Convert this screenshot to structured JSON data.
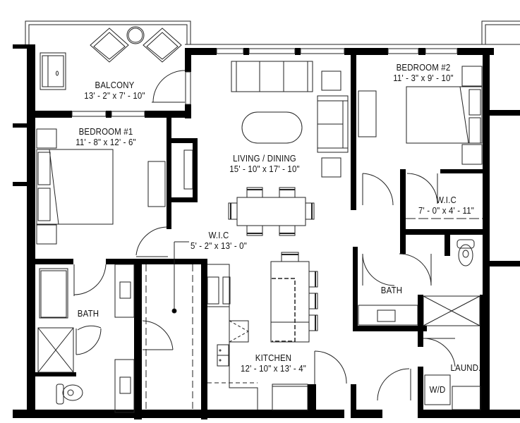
{
  "plan": {
    "type": "apartment-floor-plan",
    "colors": {
      "wall": "#000000",
      "line": "#222222",
      "background": "#ffffff"
    }
  },
  "rooms": {
    "balcony": {
      "name": "BALCONY",
      "dimensions": "13' - 2\" x 7' - 10\""
    },
    "bedroom1": {
      "name": "BEDROOM #1",
      "dimensions": "11' - 8\" x 12' - 6\""
    },
    "living": {
      "name": "LIVING / DINING",
      "dimensions": "15' - 10\" x 17' - 10\""
    },
    "bedroom2": {
      "name": "BEDROOM #2",
      "dimensions": "11' - 3\" x 9' - 10\""
    },
    "wic2": {
      "name": "W.I.C",
      "dimensions": "7' - 0\" x 4' - 11\""
    },
    "wic1": {
      "name": "W.I.C",
      "dimensions": "5' - 2\" x 13' - 0\""
    },
    "bath2": {
      "name": "BATH"
    },
    "bath1": {
      "name": "BATH"
    },
    "kitchen": {
      "name": "KITCHEN",
      "dimensions": "12' - 10\" x 13' - 4\""
    },
    "laundry": {
      "name": "LAUND."
    },
    "washer_dryer": {
      "name": "W/D"
    }
  }
}
